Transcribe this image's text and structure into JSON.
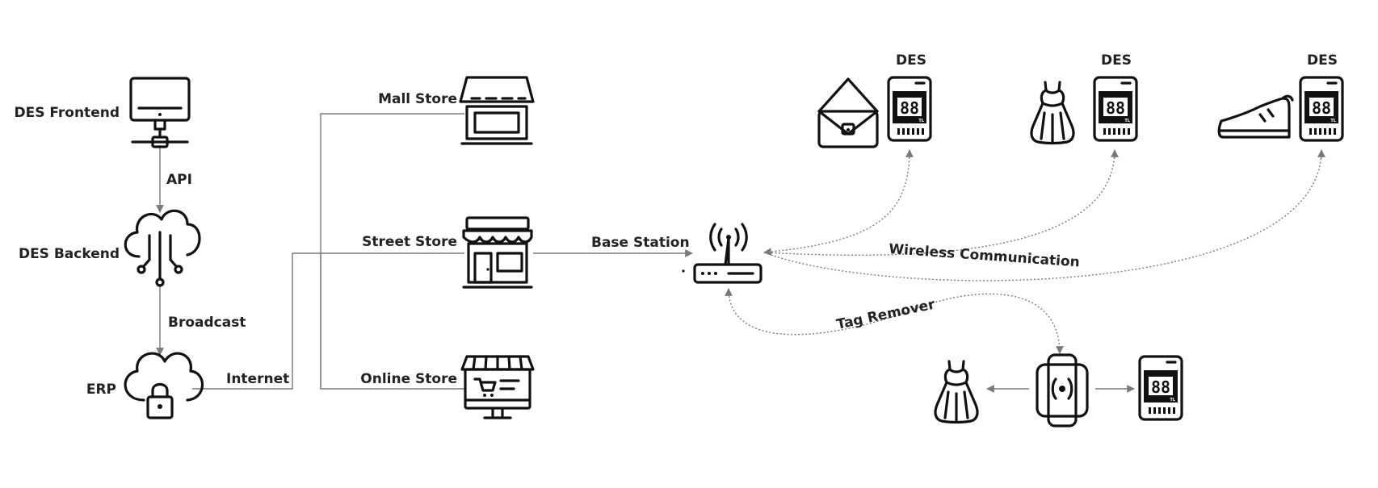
{
  "nodes": {
    "des_frontend": "DES Frontend",
    "des_backend": "DES Backend",
    "erp": "ERP",
    "mall_store": "Mall Store",
    "street_store": "Street Store",
    "online_store": "Online Store",
    "tag_1": "DES",
    "tag_2": "DES",
    "tag_3": "DES"
  },
  "edges": {
    "api": "API",
    "broadcast": "Broadcast",
    "internet": "Internet",
    "base_station": "Base Station",
    "wireless": "Wireless Communication",
    "tag_remover": "Tag Remover"
  },
  "tag_display": "88",
  "tag_currency": "TL"
}
